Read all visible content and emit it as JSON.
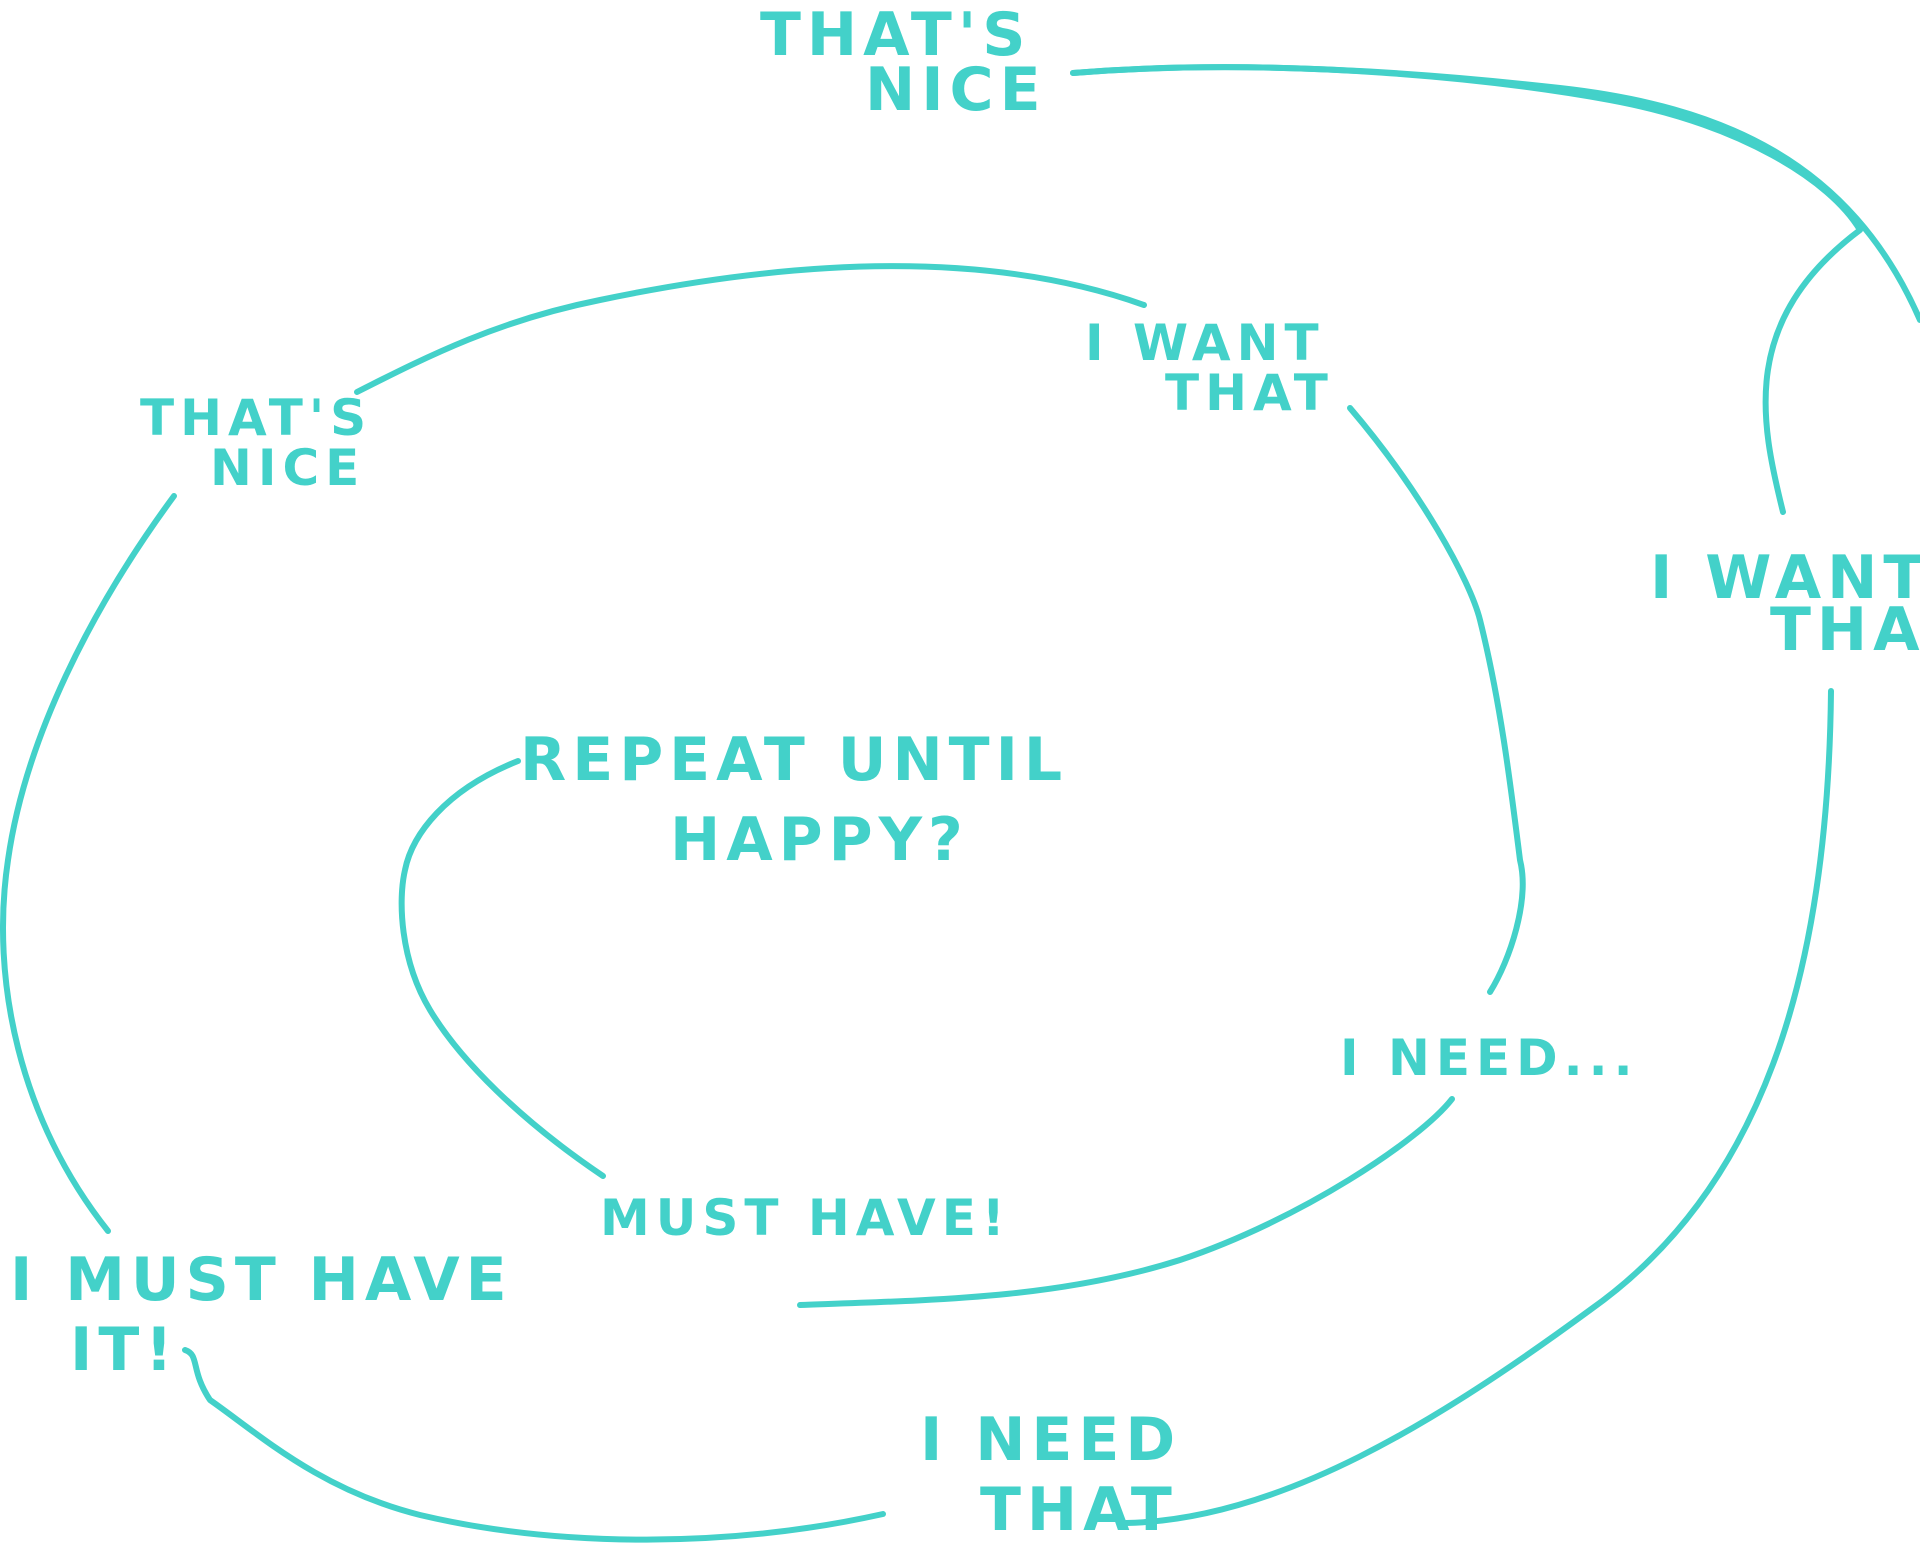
{
  "colors": {
    "ink": "#43d1c9",
    "background": "#ffffff"
  },
  "outer_loop": {
    "top": [
      "THAT'S",
      "NICE"
    ],
    "right": [
      "I WANT",
      "THAT"
    ],
    "bottom": [
      "I NEED",
      "THAT"
    ],
    "left": [
      "I MUST HAVE",
      "IT!"
    ]
  },
  "inner_loop": {
    "top_left": [
      "THAT'S",
      "NICE"
    ],
    "top_right": [
      "I WANT",
      "THAT"
    ],
    "right": "I NEED...",
    "bottom": "MUST HAVE!"
  },
  "center": [
    "REPEAT UNTIL",
    "HAPPY?"
  ]
}
